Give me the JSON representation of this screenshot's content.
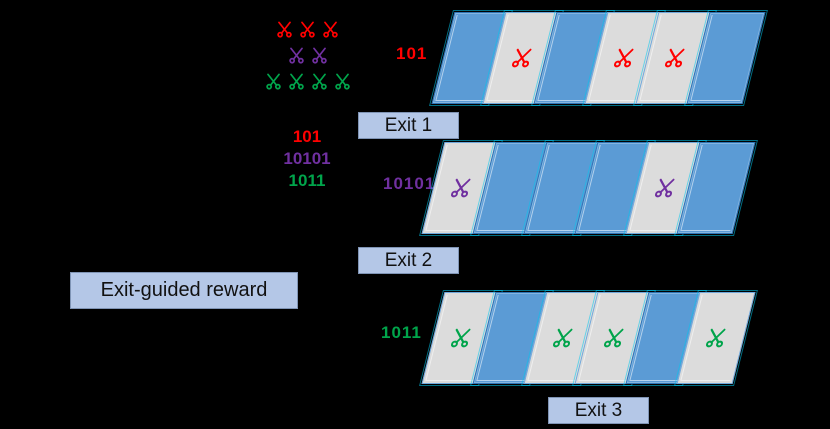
{
  "legend": {
    "scissors_groups": [
      {
        "color": "#FF0000",
        "count": 3,
        "icon": "scissors-icon"
      },
      {
        "color": "#7030A0",
        "count": 2,
        "icon": "scissors-icon"
      },
      {
        "color": "#00A44B",
        "count": 4,
        "icon": "scissors-icon"
      }
    ],
    "binary_strings": [
      {
        "text": "101",
        "color": "#FF0000"
      },
      {
        "text": "10101",
        "color": "#7030A0"
      },
      {
        "text": "1011",
        "color": "#00A44B"
      }
    ]
  },
  "reward": {
    "label": "Exit-guided reward",
    "background": "#B4C7E7"
  },
  "rows": [
    {
      "tag": "101",
      "tag_color": "#FF0000",
      "exit_label": "Exit 1",
      "scissor_color": "#FF0000",
      "blocks": [
        "blue",
        "gray",
        "blue",
        "gray",
        "gray",
        "blue"
      ]
    },
    {
      "tag": "10101",
      "tag_color": "#7030A0",
      "exit_label": "Exit 2",
      "scissor_color": "#7030A0",
      "blocks": [
        "gray",
        "blue",
        "blue",
        "blue",
        "gray",
        "blue"
      ]
    },
    {
      "tag": "1011",
      "tag_color": "#00A44B",
      "exit_label": "Exit 3",
      "scissor_color": "#00A44B",
      "blocks": [
        "gray",
        "blue",
        "gray",
        "gray",
        "blue",
        "gray"
      ]
    }
  ],
  "colors": {
    "background": "#000000",
    "block_blue": "#5B9BD5",
    "block_gray": "#DCDCDC",
    "label_box": "#B4C7E7",
    "red": "#FF0000",
    "purple": "#7030A0",
    "green": "#00A44B"
  }
}
